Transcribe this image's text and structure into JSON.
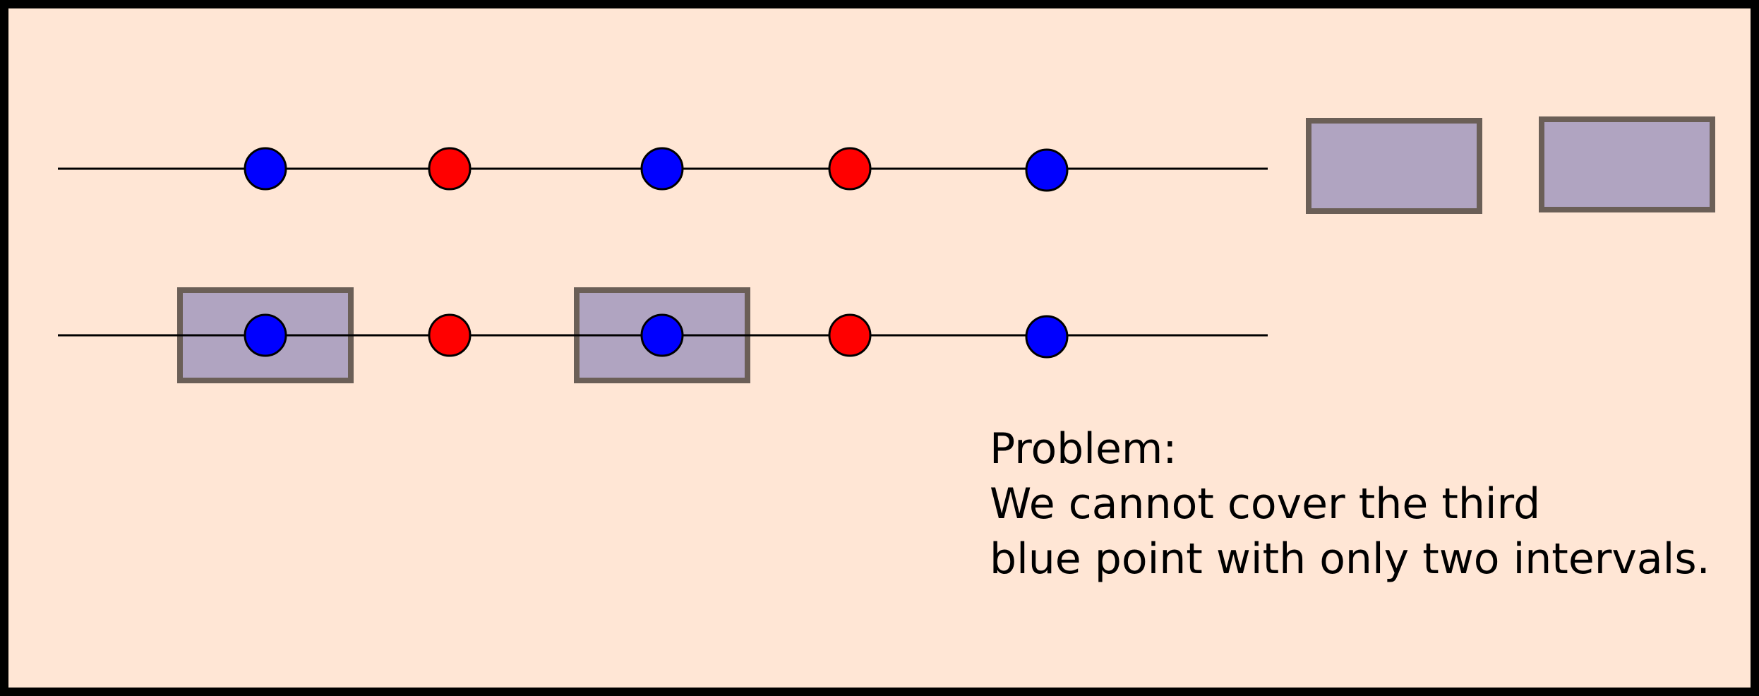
{
  "colors": {
    "background": "#ffe6d5",
    "frame": "#000000",
    "line": "#000000",
    "interval_fill": "#b0a4c1",
    "interval_stroke": "#6b5f57",
    "blue_point": "#0000ff",
    "red_point": "#ff0000"
  },
  "rows": [
    {
      "points": [
        {
          "color": "blue"
        },
        {
          "color": "red"
        },
        {
          "color": "blue"
        },
        {
          "color": "red"
        },
        {
          "color": "blue"
        }
      ],
      "intervals_on_line": [],
      "intervals_aside": 2
    },
    {
      "points": [
        {
          "color": "blue"
        },
        {
          "color": "red"
        },
        {
          "color": "blue"
        },
        {
          "color": "red"
        },
        {
          "color": "blue"
        }
      ],
      "intervals_on_line": [
        0,
        2
      ],
      "intervals_aside": 0
    }
  ],
  "caption": {
    "line1": "Problem:",
    "line2": "We cannot cover the third",
    "line3": "blue point with only two intervals."
  }
}
